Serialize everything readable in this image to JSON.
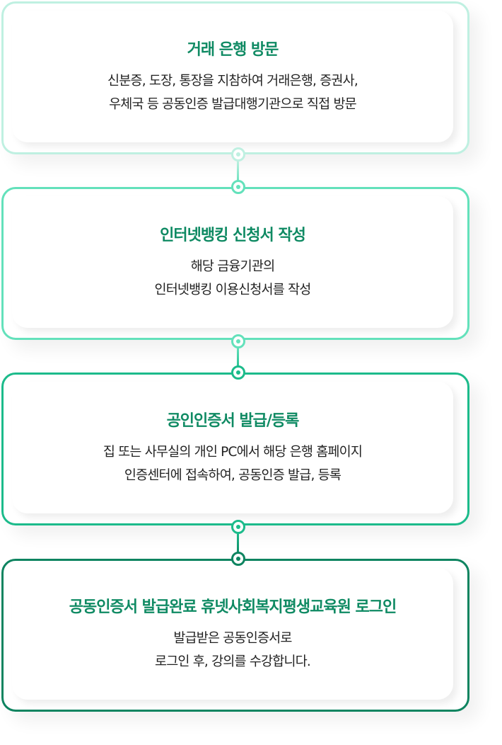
{
  "steps": [
    {
      "title": "거래 은행 방문",
      "desc_lines": [
        "신분증, 도장, 통장을 지참하여 거래은행, 증권사,",
        "우체국 등 공동인증 발급대행기관으로 직접 방문"
      ],
      "color": "#bff0e1"
    },
    {
      "title": "인터넷뱅킹 신청서 작성",
      "desc_lines": [
        "해당 금융기관의",
        "인터넷뱅킹 이용신청서를 작성"
      ],
      "color": "#63e1bb"
    },
    {
      "title": "공인인증서 발급/등록",
      "desc_lines": [
        "집 또는 사무실의 개인 PC에서 해당 은행 홈페이지",
        "인증센터에 접속하여, 공동인증 발급, 등록"
      ],
      "color": "#1cbb8b"
    },
    {
      "title": "공동인증서 발급완료 휴넷사회복지평생교육원 로그인",
      "desc_lines": [
        "발급받은 공동인증서로",
        "로그인 후, 강의를 수강합니다."
      ],
      "color": "#0e8460"
    }
  ],
  "title_color": "#0f8a63",
  "connector_icon": "ring-node-icon"
}
